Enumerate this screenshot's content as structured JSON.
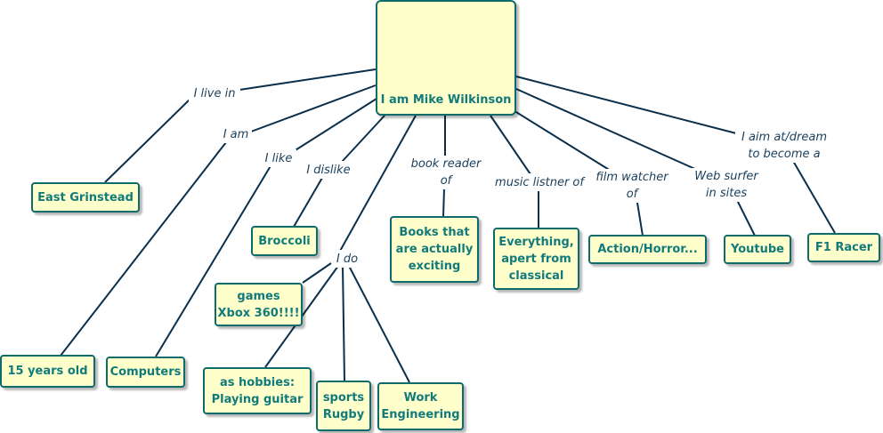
{
  "colors": {
    "line": "#0b2f4a",
    "node_fill": "#ffffcc",
    "node_border": "#0e6b6b",
    "node_text": "#117a7a",
    "label_text": "#1a3f5c"
  },
  "nodes": {
    "root": "I am Mike Wilkinson",
    "east_grinstead": "East Grinstead",
    "age": "15 years old",
    "computers": "Computers",
    "broccoli": "Broccoli",
    "games": "games\nXbox 360!!!!",
    "guitar": "as hobbies:\nPlaying guitar",
    "rugby": "sports\nRugby",
    "work": "Work\nEngineering",
    "books": "Books that\nare actually\nexciting",
    "everything": "Everything,\napert from\nclassical",
    "action_horror": "Action/Horror...",
    "youtube": "Youtube",
    "f1": "F1 Racer"
  },
  "labels": {
    "live_in": "I live in",
    "am": "I am",
    "like": "I like",
    "dislike": "I dislike",
    "do": "I do",
    "book_reader": "book reader\nof",
    "music": "music listner of",
    "film": "film watcher\nof",
    "web": "Web surfer\nin sites",
    "aim": "I aim at/dream\nto become a"
  }
}
